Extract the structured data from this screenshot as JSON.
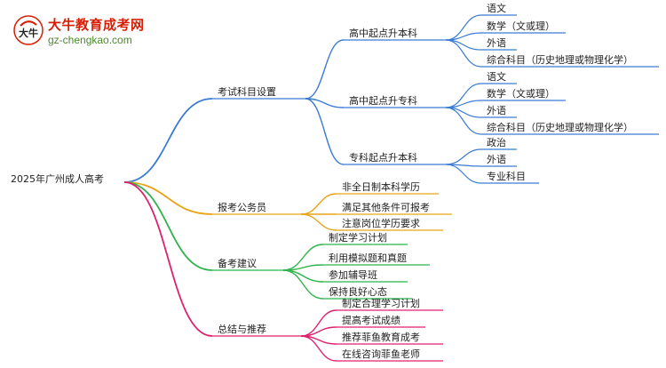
{
  "brand": {
    "title": "大牛教育成考网",
    "url": "gz-chengkao.com",
    "mark_text": "大牛"
  },
  "mindmap": {
    "root": "2025年广州成人高考",
    "branches": [
      {
        "label": "考试科目设置",
        "color": "#3a7bd5",
        "children": [
          {
            "label": "高中起点升本科",
            "children": [
              "语文",
              "数学（文或理）",
              "外语",
              "综合科目（历史地理或物理化学）"
            ]
          },
          {
            "label": "高中起点升专科",
            "children": [
              "语文",
              "数学（文或理）",
              "外语",
              "综合科目（历史地理或物理化学）"
            ]
          },
          {
            "label": "专科起点升本科",
            "children": [
              "政治",
              "外语",
              "专业科目"
            ]
          }
        ]
      },
      {
        "label": "报考公务员",
        "color": "#e8a317",
        "children": [
          {
            "label": "非全日制本科学历"
          },
          {
            "label": "满足其他条件可报考"
          },
          {
            "label": "注意岗位学历要求"
          }
        ]
      },
      {
        "label": "备考建议",
        "color": "#2db34a",
        "children": [
          {
            "label": "制定学习计划"
          },
          {
            "label": "利用模拟题和真题"
          },
          {
            "label": "参加辅导班"
          },
          {
            "label": "保持良好心态"
          }
        ]
      },
      {
        "label": "总结与推荐",
        "color": "#e0206f",
        "children": [
          {
            "label": "制定合理学习计划"
          },
          {
            "label": "提高考试成绩"
          },
          {
            "label": "推荐菲鱼教育成考"
          },
          {
            "label": "在线咨询菲鱼老师"
          }
        ]
      }
    ]
  }
}
